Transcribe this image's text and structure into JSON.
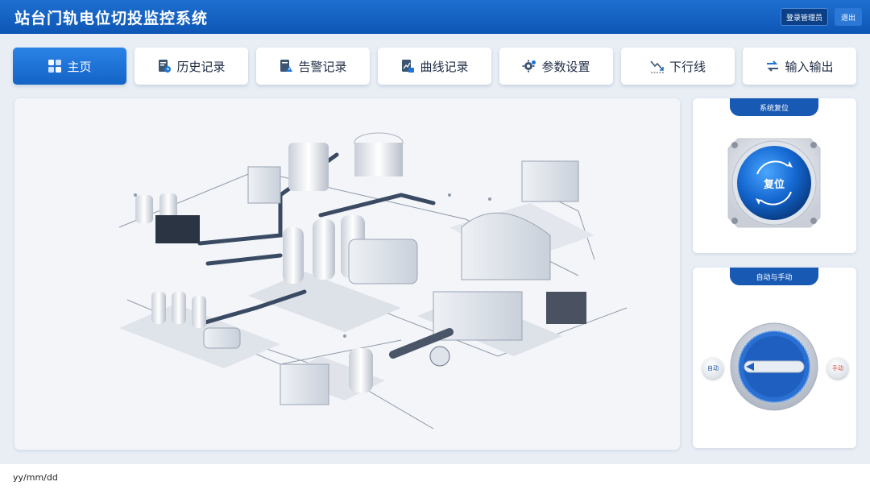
{
  "header": {
    "title": "站台门轨电位切投监控系统",
    "login_label": "登录管理员",
    "logout_label": "退出"
  },
  "nav": {
    "tabs": [
      {
        "label": "主页",
        "icon": "grid-icon",
        "active": true
      },
      {
        "label": "历史记录",
        "icon": "history-doc-icon",
        "active": false
      },
      {
        "label": "告警记录",
        "icon": "alarm-doc-icon",
        "active": false
      },
      {
        "label": "曲线记录",
        "icon": "curve-doc-icon",
        "active": false
      },
      {
        "label": "参数设置",
        "icon": "gear-icon",
        "active": false
      },
      {
        "label": "下行线",
        "icon": "downtrend-icon",
        "active": false
      },
      {
        "label": "输入输出",
        "icon": "swap-arrows-icon",
        "active": false
      }
    ]
  },
  "reset_panel": {
    "title": "系统复位",
    "button_label": "复位"
  },
  "mode_panel": {
    "title": "自动与手动",
    "auto_label": "自动",
    "manual_label": "手动"
  },
  "status": {
    "date_format": "yy/mm/dd"
  },
  "colors": {
    "header": "#1463c6",
    "accent": "#1e74d8",
    "panel_tab": "#1859b4"
  }
}
